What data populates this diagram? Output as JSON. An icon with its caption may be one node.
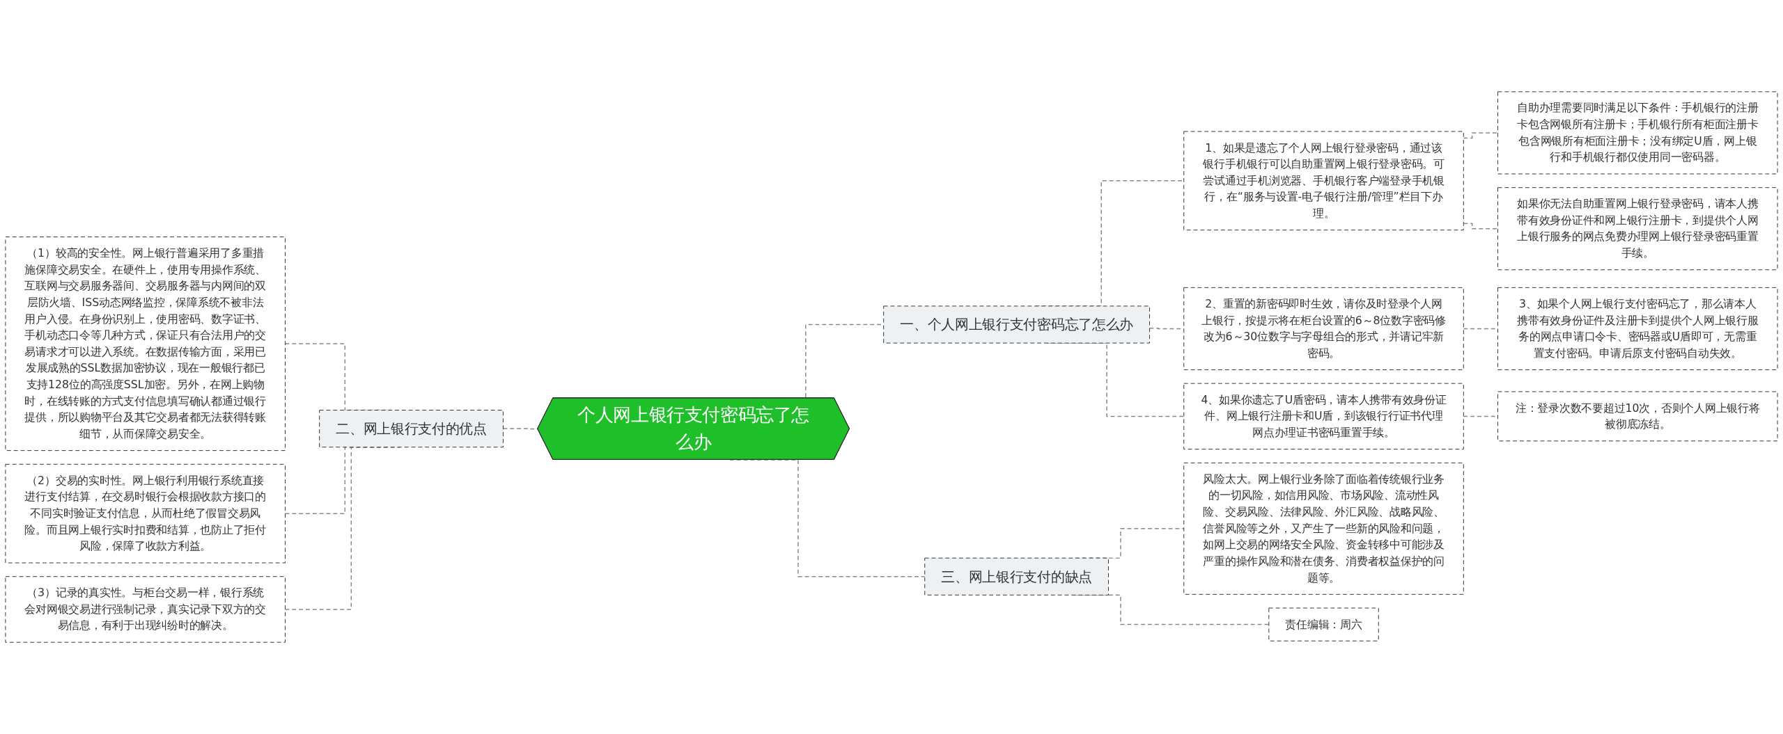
{
  "diagram": {
    "nodes": [
      {
        "text": [
          "个人网上银行支付密码忘了怎么办"
        ]
      },
      {
        "text": [
          "一、个人网上银行支付密码忘了怎么办"
        ]
      },
      {
        "text": [
          "1、如果是遗忘了个人网上银行登录密码，通过该银行手机银行可以自助重置网上银行登录密码。可尝试通过手机浏览器、手机银行客户端登录手机银行，在“服务与设置-电子银行注册/管理”栏目下办理。"
        ]
      },
      {
        "text": [
          "自助办理需要同时满足以下条件：手机银行的注册卡包含网银所有注册卡；手机银行所有柜面注册卡包含网银所有柜面注册卡；没有绑定U盾，网上银行和手机银行都仅使用同一密码器。"
        ]
      },
      {
        "text": [
          "如果你无法自助重置网上银行登录密码，请本人携带有效身份证件和网上银行注册卡，到提供个人网上银行服务的网点免费办理网上银行登录密码重置手续。"
        ]
      },
      {
        "text": [
          "2、重置的新密码即时生效，请你及时登录个人网上银行，按提示将在柜台设置的6～8位数字密码修改为6～30位数字与字母组合的形式，并请记牢新密码。"
        ]
      },
      {
        "text": [
          "3、如果个人网上银行支付密码忘了，那么请本人携带有效身份证件及注册卡到提供个人网上银行服务的网点申请口令卡、密码器或U盾即可，无需重置支付密码。申请后原支付密码自动失效。"
        ]
      },
      {
        "text": [
          "4、如果你遗忘了U盾密码，请本人携带有效身份证件、网上银行注册卡和U盾，到该银行行证书代理网点办理证书密码重置手续。"
        ]
      },
      {
        "text": [
          "注：登录次数不要超过10次，否则个人网上银行将被彻底冻结。"
        ]
      },
      {
        "text": [
          "二、网上银行支付的优点"
        ]
      },
      {
        "text": [
          "（1）较高的安全性。网上银行普遍采用了多重措施保障交易安全。在硬件上，使用专用操作系统、互联网与交易服务器间、交易服务器与内网间的双层防火墙、ISS动态网络监控，保障系统不被非法用户入侵。在身份识别上，使用密码、数字证书、手机动态口令等几种方式，保证只有合法用户的交易请求才可以进入系统。在数据传输方面，采用已发展成熟的SSL数据加密协议，现在一般银行都已支持128位的高强度SSL加密。另外，在网上购物时，在线转账的方式支付信息填写确认都通过银行提供，所以购物平台及其它交易者都无法获得转账细节，从而保障交易安全。"
        ]
      },
      {
        "text": [
          "（2）交易的实时性。网上银行利用银行系统直接进行支付结算，在交易时银行会根据收款方接口的不同实时验证支付信息，从而杜绝了假冒交易风险。而且网上银行实时扣费和结算，也防止了拒付风险，保障了收款方利益。"
        ]
      },
      {
        "text": [
          "（3）记录的真实性。与柜台交易一样，银行系统会对网银交易进行强制记录，真实记录下双方的交易信息，有利于出现纠纷时的解决。"
        ]
      },
      {
        "text": [
          "三、网上银行支付的缺点"
        ]
      },
      {
        "text": [
          "风险太大。网上银行业务除了面临着传统银行业务的一切风险，如信用风险、市场风险、流动性风险、交易风险、法律风险、外汇风险、战略风险、信誉风险等之外，又产生了一些新的风险和问题，如网上交易的网络安全风险、资金转移中可能涉及严重的操作风险和潜在债务、消费者权益保护的问题等。"
        ]
      },
      {
        "text": [
          "责任编辑：周六"
        ]
      }
    ],
    "edges": [
      {
        "from": 0,
        "to": 1,
        "arrow": "none",
        "style": "dashed"
      },
      {
        "from": 1,
        "to": 2,
        "arrow": "none",
        "style": "dashed"
      },
      {
        "from": 2,
        "to": 3,
        "arrow": "none",
        "style": "dashed"
      },
      {
        "from": 2,
        "to": 4,
        "arrow": "none",
        "style": "dashed"
      },
      {
        "from": 1,
        "to": 5,
        "arrow": "none",
        "style": "dashed"
      },
      {
        "from": 5,
        "to": 6,
        "arrow": "none",
        "style": "dashed"
      },
      {
        "from": 1,
        "to": 7,
        "arrow": "none",
        "style": "dashed"
      },
      {
        "from": 7,
        "to": 8,
        "arrow": "none",
        "style": "dashed"
      },
      {
        "from": 0,
        "to": 9,
        "arrow": "none",
        "style": "dashed"
      },
      {
        "from": 9,
        "to": 10,
        "arrow": "none",
        "style": "dashed"
      },
      {
        "from": 9,
        "to": 11,
        "arrow": "none",
        "style": "dashed"
      },
      {
        "from": 9,
        "to": 12,
        "arrow": "none",
        "style": "dashed"
      },
      {
        "from": 0,
        "to": 13,
        "arrow": "none",
        "style": "dashed"
      },
      {
        "from": 13,
        "to": 14,
        "arrow": "none",
        "style": "dashed"
      },
      {
        "from": 13,
        "to": 15,
        "arrow": "none",
        "style": "dashed"
      }
    ]
  }
}
